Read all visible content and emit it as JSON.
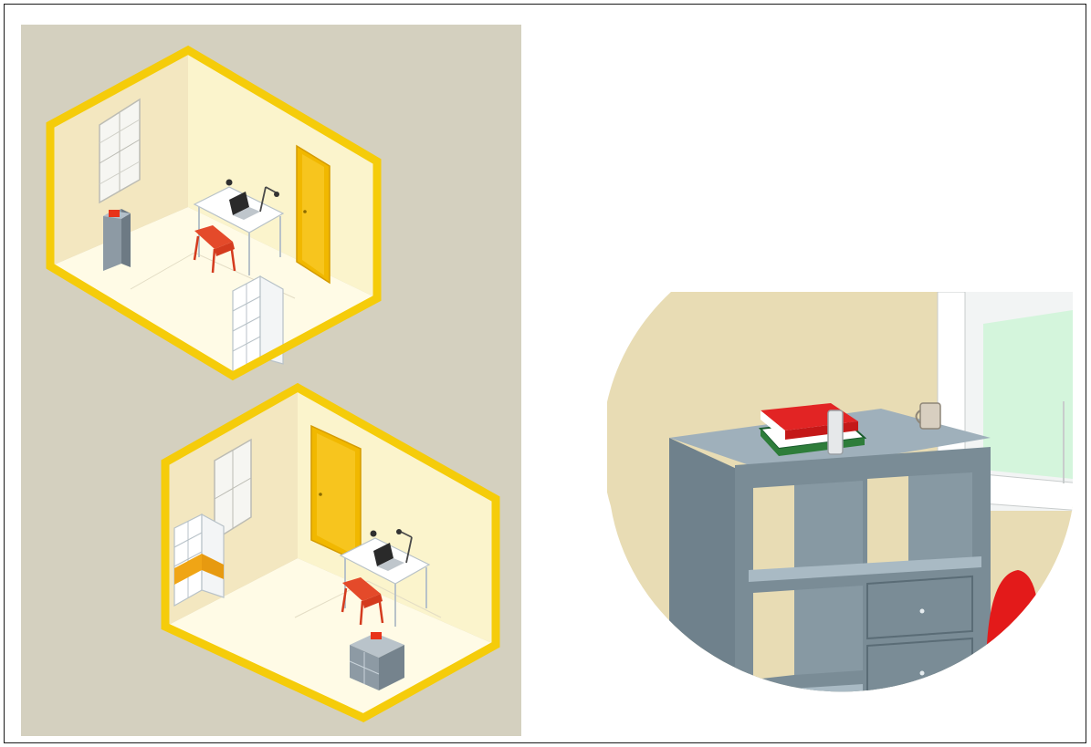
{
  "figure": {
    "left_panel": {
      "background_color": "#d4d0bf",
      "frame_color": "#f5cc0a",
      "rooms": [
        {
          "name": "upper-room",
          "objects": [
            "window-icon",
            "door-icon",
            "desk-icon",
            "laptop-icon",
            "desk-lamp-icon",
            "chair-icon",
            "bin-icon",
            "shelf-unit-icon"
          ]
        },
        {
          "name": "lower-room",
          "objects": [
            "window-icon",
            "door-icon",
            "desk-icon",
            "laptop-icon",
            "desk-lamp-icon",
            "chair-icon",
            "shelf-unit-icon",
            "storage-cabinet-icon"
          ]
        }
      ]
    },
    "right_panel": {
      "shape": "circle",
      "objects": [
        "cube-shelf-icon",
        "book-stack-icon",
        "phone-icon",
        "mug-icon",
        "window-icon",
        "red-chair-icon"
      ],
      "colors": {
        "wall": "#e8dcb4",
        "shelf": "#7a8c96",
        "book_red": "#e22424",
        "chair": "#e31a1a",
        "window_glass": "#d4f5dc"
      }
    }
  }
}
